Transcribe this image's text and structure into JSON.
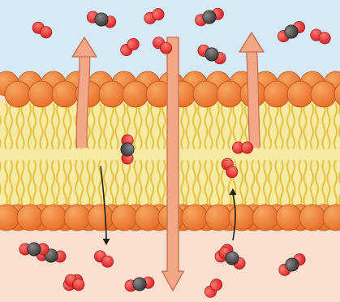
{
  "diagram": {
    "kind": "lipid-bilayer-diffusion",
    "regions": [
      {
        "name": "outside",
        "color": "#d6e9f4"
      },
      {
        "name": "inside",
        "color": "#f9dfd0"
      }
    ],
    "colors": {
      "phospholipid_head": "#e8702a",
      "phospholipid_head_highlight": "#f6a560",
      "lipid_tail": "#f1d35e",
      "lipid_tail_stroke": "#b18e22",
      "tail_band": "#f6eaa5",
      "oxygen_atom": "#d9262b",
      "carbon_atom": "#3a3a3a",
      "large_arrow": "#f2a887",
      "large_arrow_stroke": "#c86e4f",
      "small_arrow": "#1f1f1f"
    },
    "molecules": [
      {
        "type": "O2"
      },
      {
        "type": "CO2"
      },
      {
        "type": "O2"
      },
      {
        "type": "CO2"
      },
      {
        "type": "CO2"
      },
      {
        "type": "O2"
      },
      {
        "type": "O2"
      },
      {
        "type": "CO2"
      },
      {
        "type": "CO2"
      },
      {
        "type": "O2"
      },
      {
        "type": "O2"
      },
      {
        "type": "O2"
      },
      {
        "type": "O2"
      },
      {
        "type": "CO2"
      },
      {
        "type": "O2"
      },
      {
        "type": "O2"
      },
      {
        "type": "CO2"
      },
      {
        "type": "CO2"
      },
      {
        "type": "O2"
      },
      {
        "type": "CO2"
      },
      {
        "type": "O2"
      },
      {
        "type": "CO2"
      }
    ],
    "arrows": [
      {
        "kind": "large",
        "direction": "up"
      },
      {
        "kind": "large",
        "direction": "down"
      },
      {
        "kind": "large",
        "direction": "up"
      },
      {
        "kind": "small",
        "direction": "down"
      },
      {
        "kind": "small",
        "direction": "up"
      }
    ]
  }
}
